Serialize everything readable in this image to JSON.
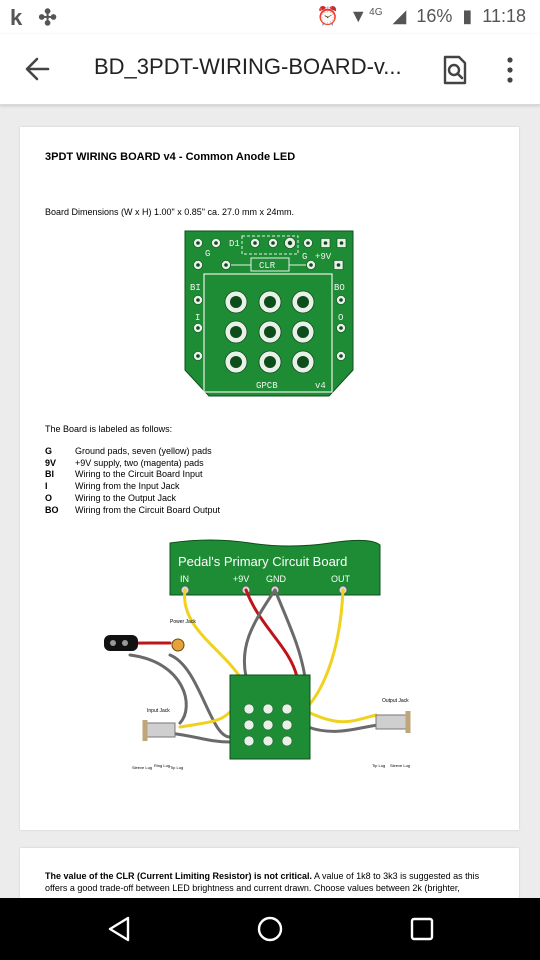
{
  "status": {
    "battery": "16%",
    "time": "11:18",
    "network": "4G"
  },
  "appbar": {
    "title": "BD_3PDT-WIRING-BOARD-v..."
  },
  "doc": {
    "title": "3PDT WIRING BOARD v4 - Common Anode LED",
    "dimensions": "Board Dimensions (W x H)  1.00\" x 0.85\" ca. 27.0 mm x 24mm.",
    "board": {
      "d1": "D1",
      "g_left": "G",
      "g_right": "G",
      "v9": "+9V",
      "clr": "CLR",
      "bi": "BI",
      "bo": "BO",
      "i": "I",
      "o": "O",
      "gpcb": "GPCB",
      "v4": "v4"
    },
    "labeled_intro": "The Board is labeled as follows:",
    "legend": [
      {
        "key": "G",
        "desc": "Ground pads, seven (yellow) pads"
      },
      {
        "key": "9V",
        "desc": "+9V supply, two (magenta) pads"
      },
      {
        "key": "BI",
        "desc": " Wiring to the Circuit Board Input"
      },
      {
        "key": "I",
        "desc": "Wiring from the Input Jack"
      },
      {
        "key": "O",
        "desc": "Wiring to the Output Jack"
      },
      {
        "key": "BO",
        "desc": "Wiring from the Circuit Board Output"
      }
    ],
    "diagram": {
      "pcb_title": "Pedal's Primary Circuit Board",
      "in": "IN",
      "v9": "+9V",
      "gnd": "GND",
      "out": "OUT",
      "power_jack": "Power Jack",
      "input_jack": "Input Jack",
      "output_jack": "Output Jack",
      "sleeve_lug": "Sleeve Lug",
      "ring_lug": "Ring Lug",
      "tip_lug": "Tip Lug"
    },
    "page2_bold": "The value of the CLR (Current Limiting Resistor) is not critical.",
    "page2_text": "  A value of 1k8 to 3k3 is suggested as this offers a good trade-off between LED brightness and current drawn.  Choose values between 2k (brighter,"
  },
  "colors": {
    "pcb_green": "#1e8c34",
    "red_wire": "#c0141b",
    "yellow_wire": "#f0d21e",
    "gray_wire": "#6a6a6a"
  }
}
